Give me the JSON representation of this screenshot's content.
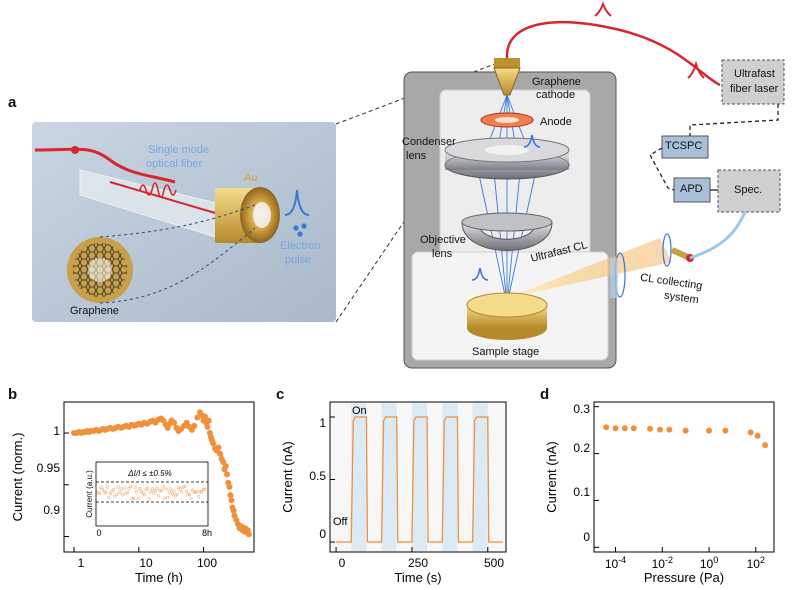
{
  "panel_a": {
    "letter": "a",
    "fiber_labels": {
      "fiber": "Single mode\noptical fiber",
      "fiber_line1": "Single mode",
      "fiber_line2": "optical fiber",
      "au": "Au",
      "electron_pulse_1": "Electron",
      "electron_pulse_2": "pulse",
      "graphene": "Graphene"
    },
    "microscope_labels": {
      "graphene_cathode_1": "Graphene",
      "graphene_cathode_2": "cathode",
      "anode": "Anode",
      "condenser_1": "Condenser",
      "condenser_2": "lens",
      "objective_1": "Objective",
      "objective_2": "lens",
      "ultrafast_cl": "Ultrafast CL",
      "sample_stage": "Sample stage",
      "cl_collect_1": "CL collecting",
      "cl_collect_2": "system"
    },
    "boxes": {
      "laser_1": "Ultrafast",
      "laser_2": "fiber laser",
      "tcspc": "TCSPC",
      "apd": "APD",
      "spec": "Spec."
    },
    "colors": {
      "fiber_red": "#d8262e",
      "electron_blue": "#3a78d8",
      "gold": "#d9a320",
      "box_gray": "#cfcfcf",
      "tcspc_blue": "#a9bfd8"
    }
  },
  "chart_data": [
    {
      "type": "scatter",
      "panel": "b",
      "xlabel": "Time (h)",
      "ylabel": "Current (norm.)",
      "xscale": "log",
      "xlim": [
        0.7,
        600
      ],
      "ylim": [
        0.885,
        1.03
      ],
      "xticks": [
        "1",
        "10",
        "100"
      ],
      "yticks": [
        "0.9",
        "0.95",
        "1"
      ],
      "series": [
        {
          "x": [
            1,
            1.1,
            1.2,
            1.3,
            1.4,
            1.5,
            1.6,
            1.7,
            1.8,
            2,
            2.2,
            2.4,
            2.6,
            2.8,
            3,
            3.3,
            3.6,
            4,
            4.4,
            4.8,
            5.3,
            5.8,
            6.4,
            7,
            7.7,
            8.5,
            9.3,
            10,
            11,
            12,
            13.5,
            15,
            16.5,
            18,
            20,
            22,
            24,
            26,
            28,
            30,
            32,
            35,
            38,
            41,
            45,
            50,
            55,
            60,
            66,
            72,
            80,
            88,
            95,
            100,
            105,
            110,
            115,
            120,
            125,
            130,
            135,
            140,
            150,
            160,
            170,
            180,
            190,
            200,
            210,
            220,
            230,
            240,
            250,
            260,
            270,
            280,
            290,
            300,
            320,
            340,
            360,
            380,
            400,
            420,
            440,
            460,
            480,
            500
          ],
          "y": [
            1.0,
            1.0,
            1.001,
            1.0,
            1.001,
            1.001,
            1.002,
            1.001,
            1.002,
            1.002,
            1.003,
            1.002,
            1.003,
            1.004,
            1.003,
            1.004,
            1.005,
            1.004,
            1.005,
            1.006,
            1.005,
            1.006,
            1.007,
            1.006,
            1.008,
            1.007,
            1.008,
            1.009,
            1.008,
            1.01,
            1.009,
            1.011,
            1.012,
            1.01,
            1.013,
            1.014,
            1.012,
            1.008,
            1.005,
            1.009,
            1.012,
            1.01,
            1.005,
            1.002,
            1.004,
            1.007,
            1.01,
            1.006,
            1.003,
            1.007,
            1.015,
            1.02,
            1.017,
            1.012,
            1.016,
            1.01,
            1.006,
            1.012,
            1.0,
            0.996,
            0.993,
            0.99,
            0.985,
            0.983,
            0.986,
            0.98,
            0.975,
            0.972,
            0.965,
            0.968,
            0.96,
            0.952,
            0.948,
            0.94,
            0.935,
            0.928,
            0.925,
            0.92,
            0.916,
            0.912,
            0.908,
            0.91,
            0.906,
            0.905,
            0.908,
            0.904,
            0.906,
            0.902
          ]
        }
      ],
      "inset": {
        "ylabel": "Current (a.u.)",
        "xticks": [
          "0",
          "8h"
        ],
        "annotation": "ΔI/I ≤ ±0.5%"
      }
    },
    {
      "type": "line",
      "panel": "c",
      "xlabel": "Time (s)",
      "ylabel": "Current (nA)",
      "xlim": [
        -20,
        560
      ],
      "ylim": [
        -0.08,
        1.12
      ],
      "xticks": [
        "0",
        "250",
        "500"
      ],
      "yticks": [
        "0",
        "0.5",
        "1"
      ],
      "annotations": [
        "On",
        "Off"
      ],
      "on_intervals": [
        [
          50,
          100
        ],
        [
          150,
          200
        ],
        [
          250,
          300
        ],
        [
          350,
          400
        ],
        [
          450,
          500
        ]
      ],
      "on_value": 1.0,
      "off_value": 0.0
    },
    {
      "type": "scatter",
      "panel": "d",
      "xlabel": "Pressure (Pa)",
      "ylabel": "Current (nA)",
      "xscale": "log",
      "xlim": [
        1.2e-05,
        600
      ],
      "ylim": [
        -0.01,
        0.31
      ],
      "xticks": [
        "10^-4",
        "10^-2",
        "10^0",
        "10^2"
      ],
      "yticks": [
        "0",
        "0.1",
        "0.2",
        "0.3"
      ],
      "series": [
        {
          "x": [
            4e-05,
            0.0001,
            0.00025,
            0.0006,
            0.003,
            0.008,
            0.02,
            0.1,
            1,
            5,
            60,
            120,
            250
          ],
          "y": [
            0.256,
            0.254,
            0.254,
            0.254,
            0.253,
            0.251,
            0.251,
            0.249,
            0.249,
            0.249,
            0.245,
            0.238,
            0.218
          ]
        }
      ]
    }
  ],
  "chart_text": {
    "b": {
      "letter": "b",
      "xlabel": "Time (h)",
      "ylabel": "Current (norm.)",
      "t1": "1",
      "t10": "10",
      "t100": "100",
      "y09": "0.9",
      "y095": "0.95",
      "y1": "1",
      "inset_ylabel": "Current (a.u.)",
      "inset_x0": "0",
      "inset_x8": "8h"
    },
    "c": {
      "letter": "c",
      "xlabel": "Time (s)",
      "ylabel": "Current (nA)",
      "x0": "0",
      "x250": "250",
      "x500": "500",
      "y0": "0",
      "y05": "0.5",
      "y1": "1",
      "on": "On",
      "off": "Off"
    },
    "d": {
      "letter": "d",
      "xlabel": "Pressure (Pa)",
      "ylabel": "Current (nA)",
      "y0": "0",
      "y01": "0.1",
      "y02": "0.2",
      "y03": "0.3"
    }
  }
}
